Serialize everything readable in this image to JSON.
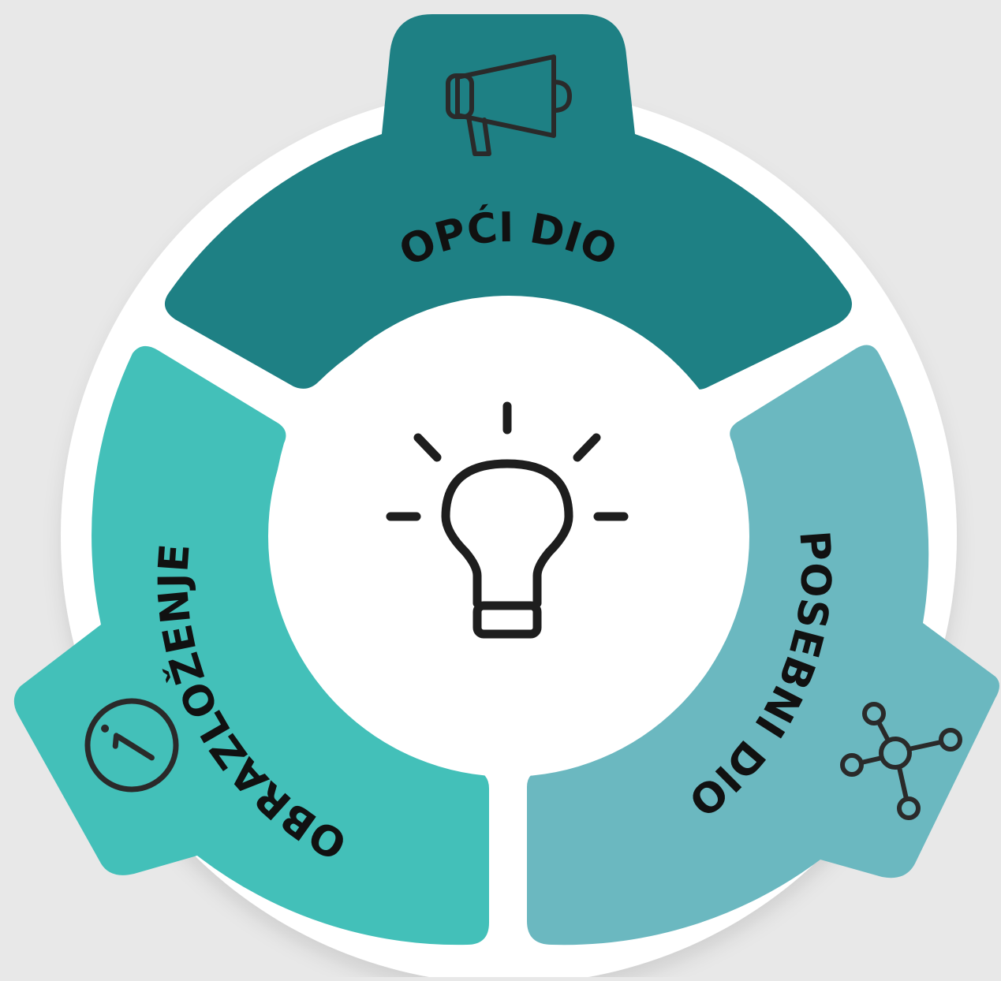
{
  "segments": {
    "top": {
      "label": "OPĆI DIO",
      "color": "#1e8084",
      "icon": "megaphone-icon"
    },
    "right": {
      "label": "POSEBNI DIO",
      "color": "#6bb8c0",
      "icon": "network-icon"
    },
    "left": {
      "label": "OBRAZLOŽENJE",
      "color": "#43c0b9",
      "icon": "info-icon"
    }
  },
  "center": {
    "icon": "lightbulb-icon"
  },
  "colors": {
    "background": "#e8e8e8",
    "ring": "#ffffff",
    "stroke": "#1e1e1e"
  }
}
